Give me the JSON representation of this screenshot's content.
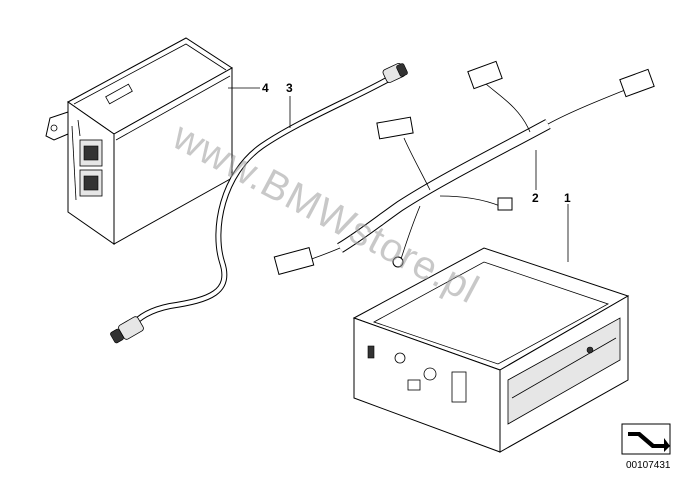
{
  "callouts": {
    "part_1": "1",
    "part_2": "2",
    "part_3": "3",
    "part_4": "4"
  },
  "watermark": "www.BMWstore.pl",
  "document_number": "00107431",
  "icons": {
    "corner_symbol": "bent-arrow-icon"
  }
}
